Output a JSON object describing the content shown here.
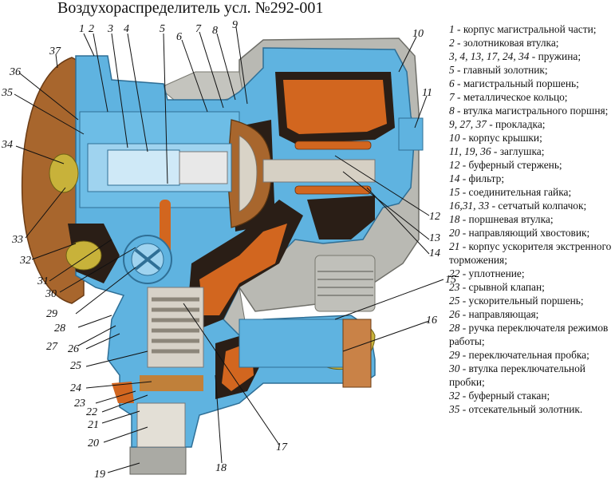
{
  "title": "Воздухораспределитель усл. №292-001",
  "callouts": [
    "1",
    "2",
    "3",
    "4",
    "5",
    "6",
    "7",
    "8",
    "9",
    "10",
    "11",
    "12",
    "13",
    "14",
    "15",
    "16",
    "17",
    "18",
    "19",
    "20",
    "21",
    "22",
    "23",
    "24",
    "25",
    "26",
    "27",
    "28",
    "29",
    "30",
    "31",
    "32",
    "33",
    "34",
    "35",
    "36",
    "37"
  ],
  "legend": [
    {
      "num": "1",
      "text": " - корпус магистральной части;"
    },
    {
      "num": "2",
      "text": " - золотниковая втулка;"
    },
    {
      "num": "3, 4, 13, 17, 24, 34",
      "text": " - пружина;"
    },
    {
      "num": "5",
      "text": " - главный золотник;"
    },
    {
      "num": "6",
      "text": " - магистральный поршень;"
    },
    {
      "num": "7",
      "text": " - металлическое кольцо;"
    },
    {
      "num": "8",
      "text": " - втулка магистрального поршня;"
    },
    {
      "num": "9, 27, 37",
      "text": " - прокладка;"
    },
    {
      "num": "10",
      "text": " - корпус крышки;"
    },
    {
      "num": "11, 19, 36",
      "text": " - заглушка;"
    },
    {
      "num": "12",
      "text": " - буферный стержень;"
    },
    {
      "num": "14",
      "text": " - фильтр;"
    },
    {
      "num": "15",
      "text": " - соединительная гайка;"
    },
    {
      "num": "16,31, 33",
      "text": " - сетчатый колпачок;"
    },
    {
      "num": "18",
      "text": " - поршневая втулка;"
    },
    {
      "num": "20",
      "text": " - направляющий хвостовик;"
    },
    {
      "num": "21",
      "text": " - корпус ускорителя экстренного торможения;"
    },
    {
      "num": "22",
      "text": " - уплотнение;"
    },
    {
      "num": "23",
      "text": " - срывной клапан;"
    },
    {
      "num": "25",
      "text": " - ускорительный поршень;"
    },
    {
      "num": "26",
      "text": " - направляющая;"
    },
    {
      "num": "28",
      "text": " - ручка переключателя режимов работы;"
    },
    {
      "num": "29",
      "text": " - переключательная пробка;"
    },
    {
      "num": "30",
      "text": " - втулка переключательной пробки;"
    },
    {
      "num": "32",
      "text": " - буферный стакан;"
    },
    {
      "num": "35",
      "text": " - отсекательный золотник."
    }
  ],
  "colors": {
    "body": "#5fb3e0",
    "body_dark": "#3d8fc0",
    "cavity": "#2a1e16",
    "orange": "#d2661f",
    "gray": "#b9b9b3",
    "brass": "#c8b23a",
    "gasket": "#c0803a"
  }
}
